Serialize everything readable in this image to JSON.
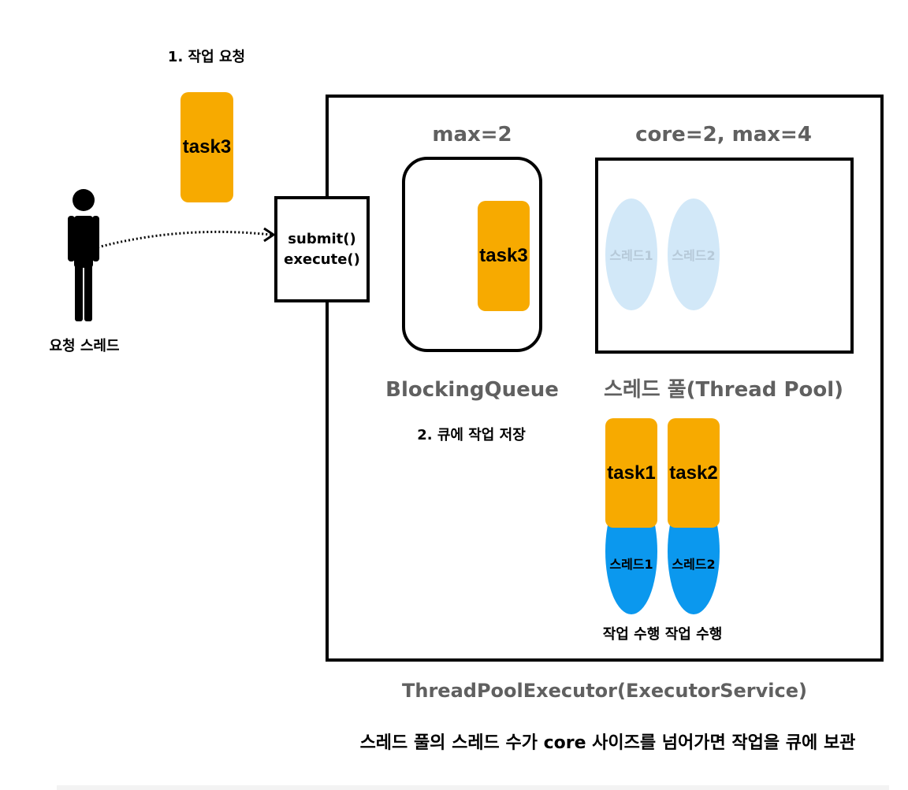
{
  "requester": {
    "step_label": "1. 작업 요청",
    "incoming_task": "task3",
    "label": "요청 스레드"
  },
  "entry": {
    "method1": "submit()",
    "method2": "execute()"
  },
  "queue": {
    "capacity_label": "max=2",
    "task": "task3",
    "name": "BlockingQueue",
    "step_label": "2. 큐에 작업 저장"
  },
  "pool": {
    "capacity_label": "core=2, max=4",
    "idle_threads": [
      "스레드1",
      "스레드2"
    ],
    "name": "스레드 풀(Thread Pool)",
    "workers": [
      {
        "task": "task1",
        "thread": "스레드1",
        "status": "작업 수행"
      },
      {
        "task": "task2",
        "thread": "스레드2",
        "status": "작업 수행"
      }
    ]
  },
  "executor_label": "ThreadPoolExecutor(ExecutorService)",
  "caption": "스레드 풀의 스레드 수가 core 사이즈를 넘어가면 작업을 큐에 보관",
  "colors": {
    "task": "#f7aa00",
    "thread_busy": "#0b98ee",
    "thread_idle": "#d2e8f8"
  }
}
